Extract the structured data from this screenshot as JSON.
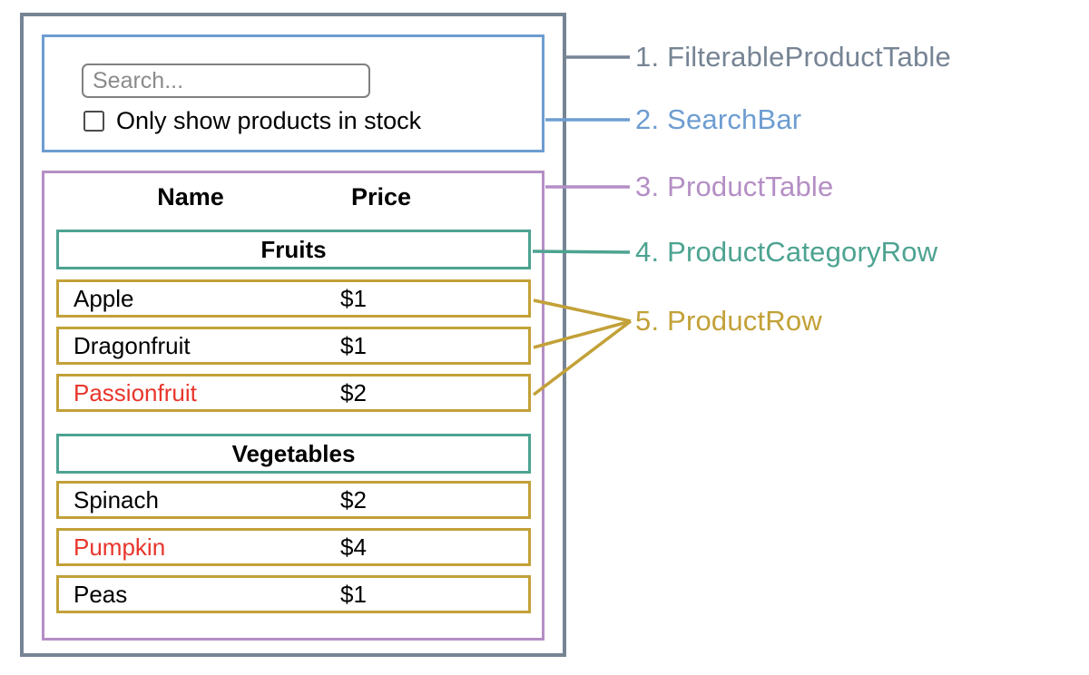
{
  "diagram": {
    "labels": [
      {
        "text": "1. FilterableProductTable"
      },
      {
        "text": "2. SearchBar"
      },
      {
        "text": "3. ProductTable"
      },
      {
        "text": "4. ProductCategoryRow"
      },
      {
        "text": "5. ProductRow"
      }
    ],
    "colors": {
      "filterable_product_table": "#768494",
      "search_bar": "#6d9dd1",
      "product_table": "#b48ec5",
      "product_category_row": "#4da391",
      "product_row": "#c2a138",
      "out_of_stock_text": "#e8352b"
    }
  },
  "search": {
    "placeholder": "Search...",
    "checkbox_label": "Only show products in stock",
    "checkbox_checked": false
  },
  "table": {
    "columns": [
      "Name",
      "Price"
    ],
    "categories": [
      {
        "name": "Fruits",
        "products": [
          {
            "name": "Apple",
            "price": "$1",
            "out_of_stock": false
          },
          {
            "name": "Dragonfruit",
            "price": "$1",
            "out_of_stock": false
          },
          {
            "name": "Passionfruit",
            "price": "$2",
            "out_of_stock": true
          }
        ]
      },
      {
        "name": "Vegetables",
        "products": [
          {
            "name": "Spinach",
            "price": "$2",
            "out_of_stock": false
          },
          {
            "name": "Pumpkin",
            "price": "$4",
            "out_of_stock": true
          },
          {
            "name": "Peas",
            "price": "$1",
            "out_of_stock": false
          }
        ]
      }
    ]
  }
}
